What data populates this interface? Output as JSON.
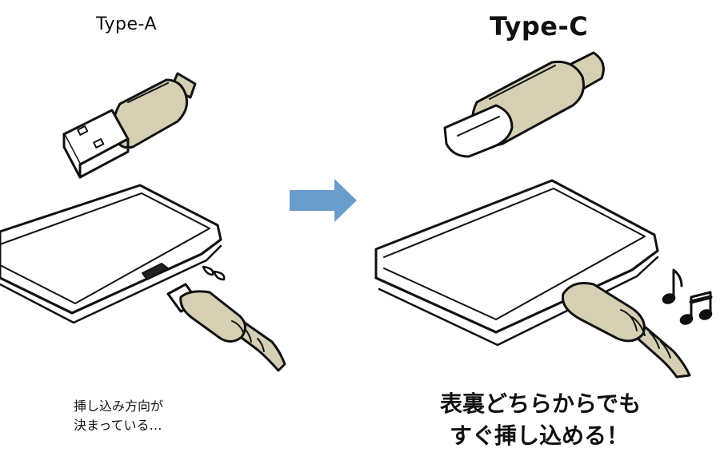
{
  "left_panel": {
    "title": "Type-A",
    "caption_line1": "挿し込み方向が",
    "caption_line2": "決まっている…"
  },
  "right_panel": {
    "title": "Type-C",
    "caption_line1": "表裏どちらからでも",
    "caption_line2": "すぐ挿し込める！"
  },
  "colors": {
    "connector_body": "#d6cfb4",
    "outline": "#111111",
    "arrow": "#6a9ccb",
    "background": "#ffffff"
  },
  "icons": [
    "usb-type-a-plug-icon",
    "usb-type-c-plug-icon",
    "arrow-right-icon",
    "music-notes-icon",
    "sweat-drops-icon"
  ]
}
